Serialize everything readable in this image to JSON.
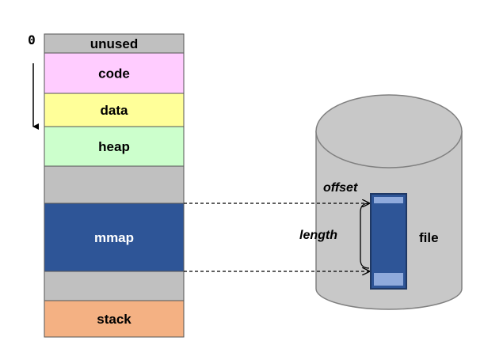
{
  "memory": {
    "origin_label": "0",
    "segments": [
      {
        "label": "unused",
        "color": "#c0c0c0"
      },
      {
        "label": "code",
        "color": "#ffccff"
      },
      {
        "label": "data",
        "color": "#ffff99"
      },
      {
        "label": "heap",
        "color": "#ccffcc"
      },
      {
        "label": "",
        "color": "#c0c0c0"
      },
      {
        "label": "mmap",
        "color": "#2e5597"
      },
      {
        "label": "",
        "color": "#c0c0c0"
      },
      {
        "label": "stack",
        "color": "#f4b183"
      }
    ]
  },
  "file": {
    "label": "file",
    "offset_label": "offset",
    "length_label": "length",
    "disk_color": "#c8c8c8",
    "region_color": "#2e5597",
    "region_end_color": "#8faadc"
  }
}
